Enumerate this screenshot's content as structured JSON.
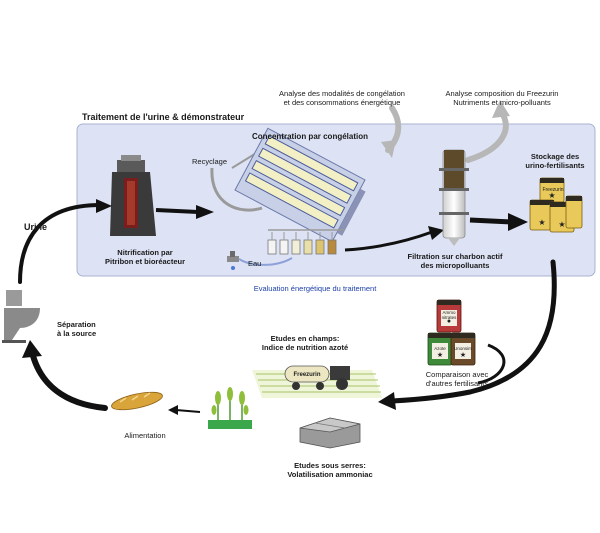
{
  "panel": {
    "title": "Traitement de l'urine & démonstrateur",
    "concentration": "Concentration par congélation",
    "recyclage": "Recyclage",
    "eau": "Eau",
    "nitrification_1": "Nitrification par",
    "nitrification_2": "Pitribon et bioréacteur",
    "filtration_1": "Filtration sur charbon actif",
    "filtration_2": "des micropolluants",
    "stockage_1": "Stockage des",
    "stockage_2": "urino-fertilisants",
    "jar_label": "Freezurin"
  },
  "callouts": {
    "analyse_congelation_1": "Analyse des modalités de congélation",
    "analyse_congelation_2": "et des consommations énergétique",
    "analyse_composition_1": "Analyse composition du Freezurin",
    "analyse_composition_2": "Nutriments et micro-polluants",
    "evaluation": "Evaluation énergétique du traitement"
  },
  "loop": {
    "urine": "Urine",
    "separation_1": "Séparation",
    "separation_2": "à la source",
    "alimentation": "Alimentation",
    "champs_1": "Etudes en champs:",
    "champs_2": "Indice de nutrition azoté",
    "tractor_label": "Freezurin",
    "comparaison_1": "Comparaison avec",
    "comparaison_2": "d'autres fertilisants",
    "jar_ammo_1": "Ammo",
    "jar_ammo_2": "nitrates",
    "jar_azote": "Azote",
    "jar_urine": "Unonsim",
    "serres_1": "Etudes sous serres:",
    "serres_2": "Volatilisation ammoniac"
  },
  "colors": {
    "panel_bg": "#dde3f5",
    "panel_border": "#a9b2cf",
    "arrow": "#111111",
    "gray_arrow": "#b7b7b7",
    "jar_gold": "#e8c95a",
    "jar_red": "#b83a3a",
    "jar_green": "#3f8a3a",
    "evaluation_blue": "#1b3fa8"
  }
}
